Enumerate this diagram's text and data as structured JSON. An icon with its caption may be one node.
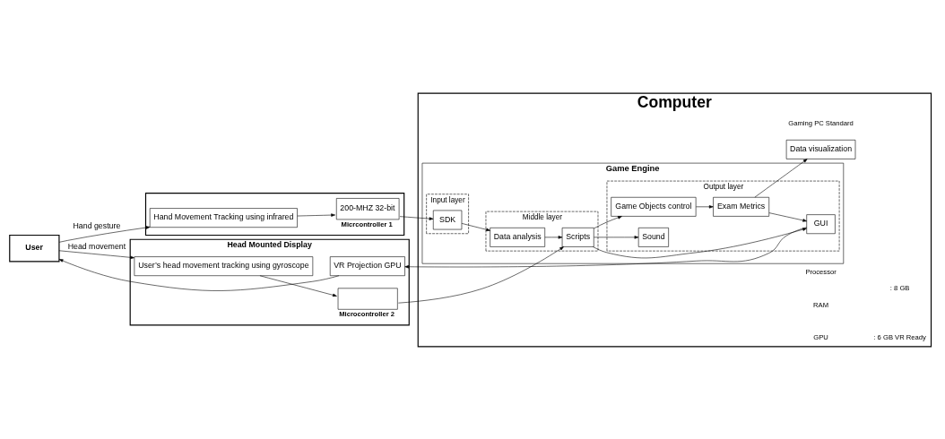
{
  "diagram": {
    "nodes": [
      {
        "text": [
          "User"
        ]
      },
      {
        "text": [],
        "shape": "box"
      },
      {
        "text": [
          "Hand Movement Tracking using infrared"
        ],
        "in": 1
      },
      {
        "text": [
          "200-MHZ 32-bit"
        ],
        "in": 1,
        "beside": [
          "Micrcontroller 1"
        ]
      },
      {
        "text": [
          "Computer"
        ]
      },
      {
        "text": [
          "Game Engine"
        ],
        "in": 4
      },
      {
        "text": [
          "Input layer"
        ],
        "in": 5
      },
      {
        "text": [
          "SDK"
        ],
        "in": 6
      },
      {
        "text": [
          "Middle layer"
        ],
        "in": 5
      },
      {
        "text": [
          "Data analysis"
        ],
        "in": 8
      },
      {
        "text": [
          "Scripts"
        ],
        "in": 8
      },
      {
        "text": [
          "Output layer"
        ],
        "in": 5
      },
      {
        "text": [
          "Game Objects control"
        ],
        "in": 11
      },
      {
        "text": [
          "Exam Metrics"
        ],
        "in": 11
      },
      {
        "text": [
          "GUI"
        ],
        "in": 11
      },
      {
        "text": [
          "Sound"
        ],
        "in": 11
      },
      {
        "text": [
          "Data visualization"
        ],
        "in": 4
      },
      {
        "text": [
          "Head Mounted Display"
        ]
      },
      {
        "text": [
          "User’s head movement tracking using gyroscope"
        ],
        "in": 17
      },
      {
        "text": [],
        "shape": "box",
        "in": 17,
        "beside": [
          "Microcontroller 2"
        ]
      },
      {
        "text": [
          "VR Projection GPU"
        ],
        "in": 17
      }
    ],
    "edges": [
      {
        "from": 0,
        "to": 2,
        "arrow": "to",
        "label": "Hand gesture"
      },
      {
        "from": 2,
        "to": 3,
        "arrow": "to"
      },
      {
        "from": 3,
        "to": 7,
        "arrow": "to"
      },
      {
        "from": 7,
        "to": 9,
        "arrow": "to"
      },
      {
        "from": 9,
        "to": 10,
        "arrow": "to"
      },
      {
        "from": 10,
        "to": 12,
        "arrow": "to"
      },
      {
        "from": 10,
        "to": 14,
        "arrow": "to"
      },
      {
        "from": 10,
        "to": 15,
        "arrow": "to"
      },
      {
        "from": 12,
        "to": 13,
        "arrow": "to"
      },
      {
        "from": 13,
        "to": 14,
        "arrow": "to"
      },
      {
        "from": 13,
        "to": 16,
        "arrow": "to"
      },
      {
        "from": 14,
        "to": 20,
        "arrow": "to"
      },
      {
        "from": 19,
        "to": 10,
        "arrow": "to"
      },
      {
        "from": 0,
        "to": 18,
        "arrow": "to",
        "label": "Head movement"
      },
      {
        "from": 18,
        "to": 19,
        "arrow": "to"
      },
      {
        "from": 20,
        "to": 0,
        "arrow": "to"
      }
    ],
    "labels": [
      "Gaming PC Standard",
      "Processor",
      "RAM",
      ": 8 GB",
      "GPU",
      ": 6 GB VR Ready"
    ]
  }
}
